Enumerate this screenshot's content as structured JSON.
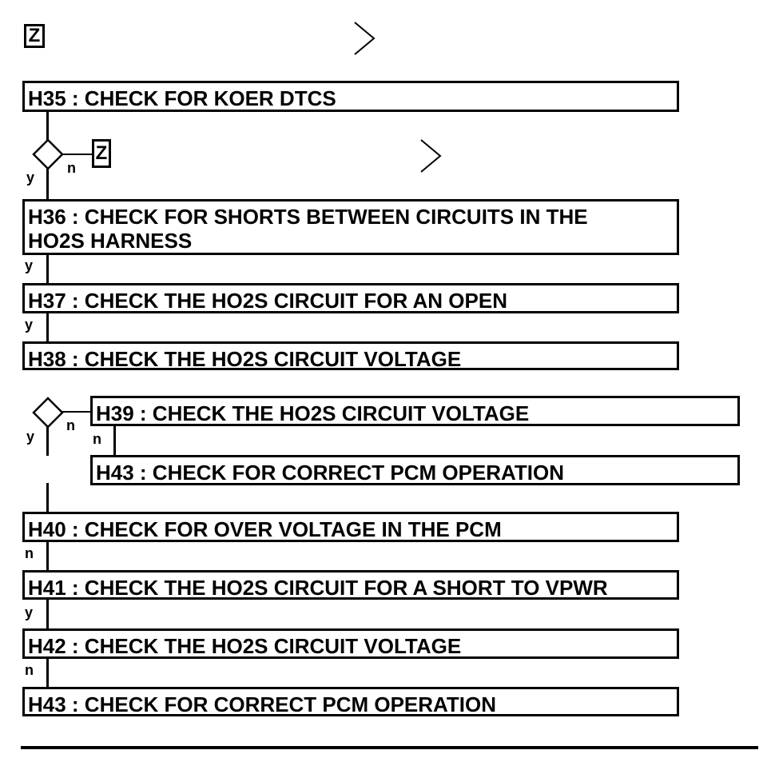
{
  "header": {
    "tag": "Z"
  },
  "steps": {
    "h35": "H35 : CHECK FOR KOER DTCS",
    "h36": "H36 : CHECK FOR SHORTS BETWEEN CIRCUITS IN THE HO2S HARNESS",
    "h37": "H37 : CHECK THE HO2S CIRCUIT FOR AN OPEN",
    "h38": "H38 : CHECK THE HO2S CIRCUIT VOLTAGE",
    "h39": "H39 : CHECK THE HO2S CIRCUIT VOLTAGE",
    "h43a": "H43 : CHECK FOR CORRECT PCM OPERATION",
    "h40": "H40 : CHECK FOR OVER VOLTAGE IN THE PCM",
    "h41": "H41 : CHECK THE HO2S CIRCUIT FOR A SHORT TO VPWR",
    "h42": "H42 : CHECK THE HO2S CIRCUIT VOLTAGE",
    "h43b": "H43 : CHECK FOR CORRECT PCM OPERATION"
  },
  "branch_tag": "Z",
  "labels": {
    "y": "y",
    "n": "n"
  }
}
